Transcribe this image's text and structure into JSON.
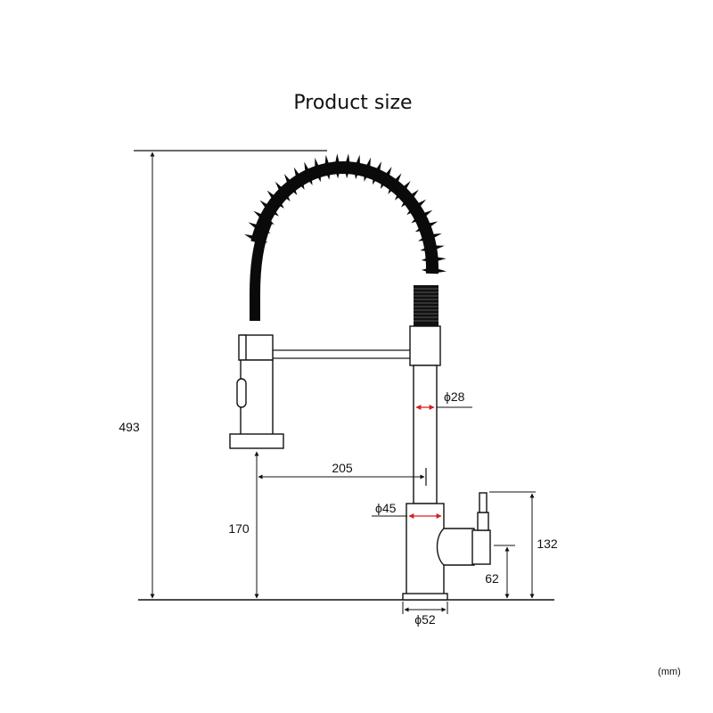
{
  "title": "Product size",
  "unit_note": "(mm)",
  "dimensions": {
    "total_height": "493",
    "spout_reach": "205",
    "sprayer_clearance": "170",
    "body_diameter": "ϕ28",
    "base_body_diameter": "ϕ45",
    "base_diameter": "ϕ52",
    "handle_height": "132",
    "handle_offset": "62"
  },
  "colors": {
    "line": "#111111",
    "hose": "#0a0a0a",
    "diameter_arrow": "#d42020"
  }
}
